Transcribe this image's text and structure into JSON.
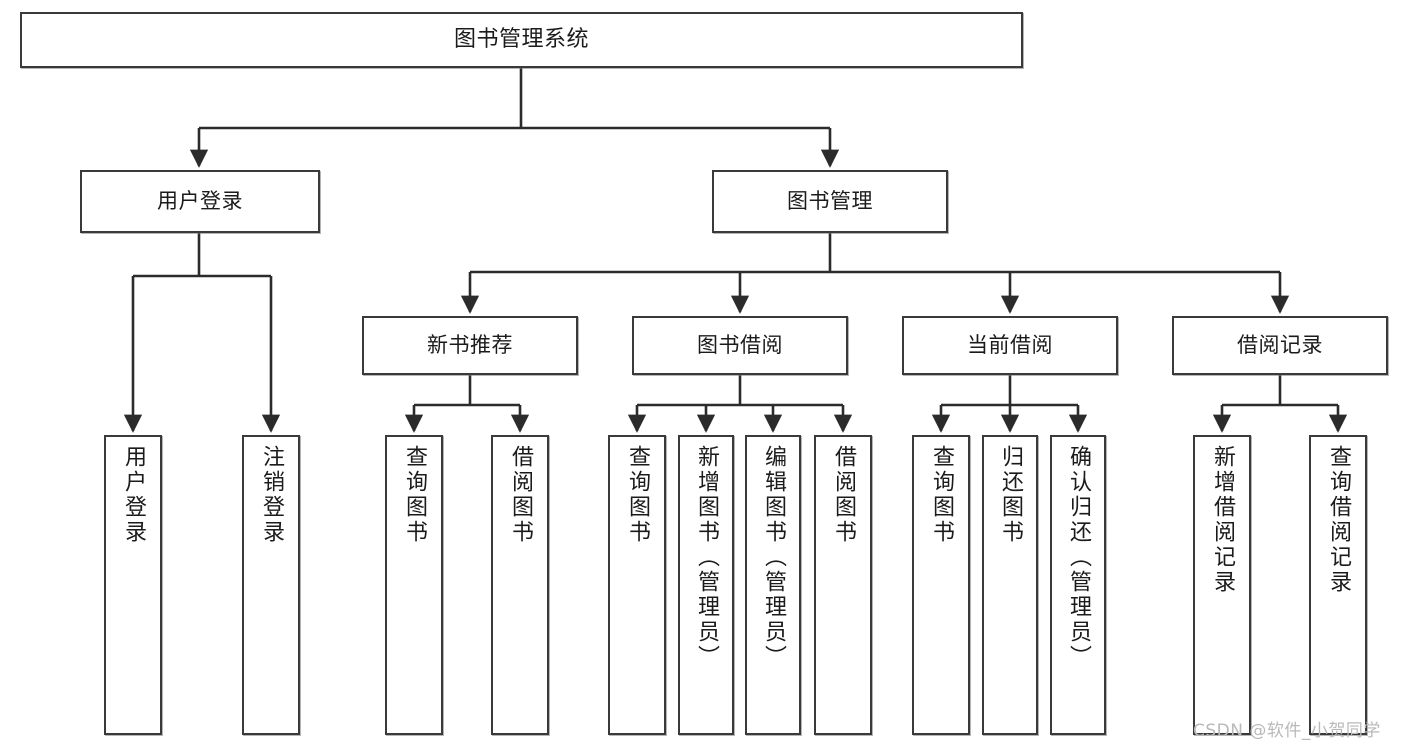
{
  "diagram": {
    "title": "图书管理系统",
    "type": "hierarchy-tree",
    "watermark": "CSDN @软件_小贺同学",
    "colors": {
      "box_border": "#3a3a3a",
      "box_fill": "#ffffff",
      "connector": "#2b2b2b",
      "text": "#1b1b1b",
      "watermark": "#b9b9b9",
      "page_background": "#ffffff"
    },
    "root": {
      "id": "root",
      "label": "图书管理系统"
    },
    "level2": [
      {
        "id": "user-login",
        "label": "用户登录"
      },
      {
        "id": "book-manage",
        "label": "图书管理"
      }
    ],
    "level3": [
      {
        "id": "new-book-rec",
        "label": "新书推荐",
        "parent": "book-manage"
      },
      {
        "id": "book-borrow",
        "label": "图书借阅",
        "parent": "book-manage"
      },
      {
        "id": "current-borrow",
        "label": "当前借阅",
        "parent": "book-manage"
      },
      {
        "id": "borrow-record",
        "label": "借阅记录",
        "parent": "book-manage"
      }
    ],
    "leaves": [
      {
        "id": "leaf-user-login",
        "label": "用户登录",
        "parent": "user-login"
      },
      {
        "id": "leaf-logout-login",
        "label": "注销登录",
        "parent": "user-login"
      },
      {
        "id": "leaf-query-book-1",
        "label": "查询图书",
        "parent": "new-book-rec"
      },
      {
        "id": "leaf-borrow-book-1",
        "label": "借阅图书",
        "parent": "new-book-rec"
      },
      {
        "id": "leaf-query-book-2",
        "label": "查询图书",
        "parent": "book-borrow"
      },
      {
        "id": "leaf-add-book",
        "label": "新增图书（管理员）",
        "parent": "book-borrow"
      },
      {
        "id": "leaf-edit-book",
        "label": "编辑图书（管理员）",
        "parent": "book-borrow"
      },
      {
        "id": "leaf-borrow-book-2",
        "label": "借阅图书",
        "parent": "book-borrow"
      },
      {
        "id": "leaf-query-book-3",
        "label": "查询图书",
        "parent": "current-borrow"
      },
      {
        "id": "leaf-return-book",
        "label": "归还图书",
        "parent": "current-borrow"
      },
      {
        "id": "leaf-confirm-return",
        "label": "确认归还（管理员）",
        "parent": "current-borrow"
      },
      {
        "id": "leaf-add-record",
        "label": "新增借阅记录",
        "parent": "borrow-record"
      },
      {
        "id": "leaf-query-record",
        "label": "查询借阅记录",
        "parent": "borrow-record"
      }
    ]
  }
}
